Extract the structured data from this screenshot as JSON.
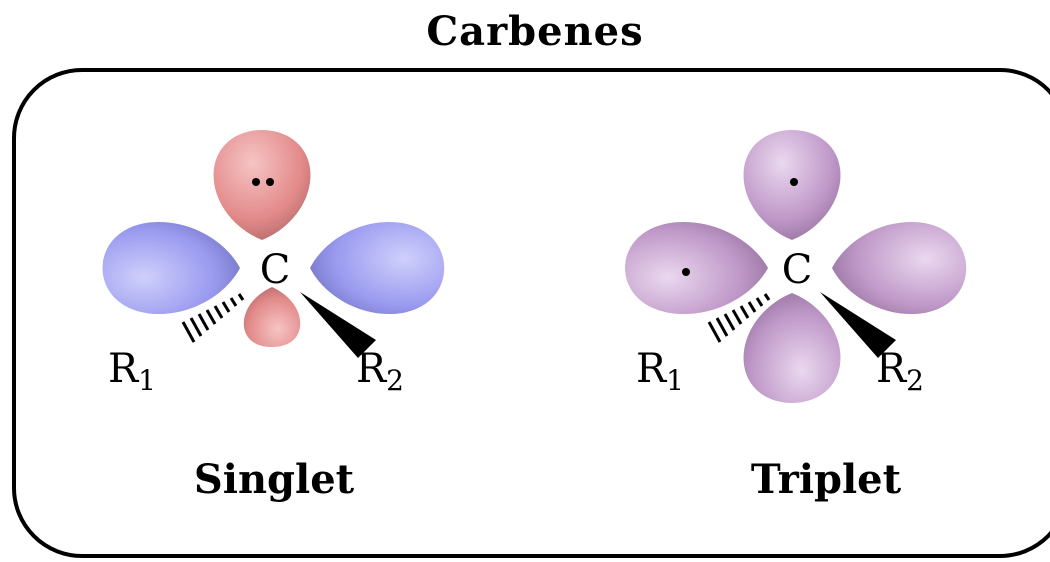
{
  "title": "Carbenes",
  "colors": {
    "singlet_lone_pair_lobe": "#e88a8a",
    "singlet_side_lobe": "#8f8fea",
    "triplet_lobe": "#b98fc2",
    "outline": "#000000"
  },
  "singlet": {
    "label": "Singlet",
    "center_atom": "C",
    "substituent_1": {
      "symbol": "R",
      "subscript": "1"
    },
    "substituent_2": {
      "symbol": "R",
      "subscript": "2"
    }
  },
  "triplet": {
    "label": "Triplet",
    "center_atom": "C",
    "substituent_1": {
      "symbol": "R",
      "subscript": "1"
    },
    "substituent_2": {
      "symbol": "R",
      "subscript": "2"
    }
  }
}
